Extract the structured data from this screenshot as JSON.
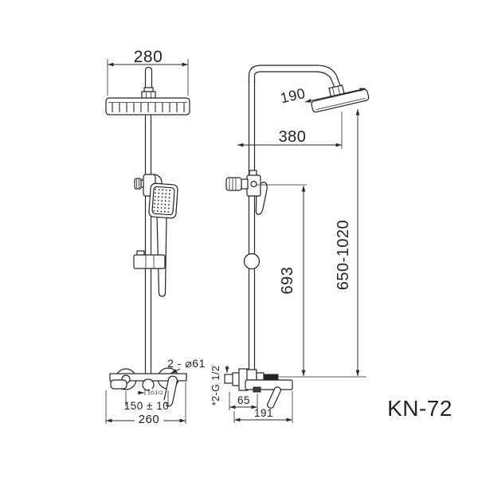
{
  "model_label": "KN-72",
  "front": {
    "head_width": "280",
    "escutcheon_note": "2 - ⌀61",
    "outlet_thread": "G1/2",
    "valve_centers": "150 ± 10",
    "body_width": "260"
  },
  "side": {
    "head_size": "190",
    "arm_reach": "380",
    "riser_range": "650-1020",
    "riser_fixed": "693",
    "inlet_thread": "*2-G 1/2",
    "wall_to_axis": "65",
    "depth": "191"
  }
}
